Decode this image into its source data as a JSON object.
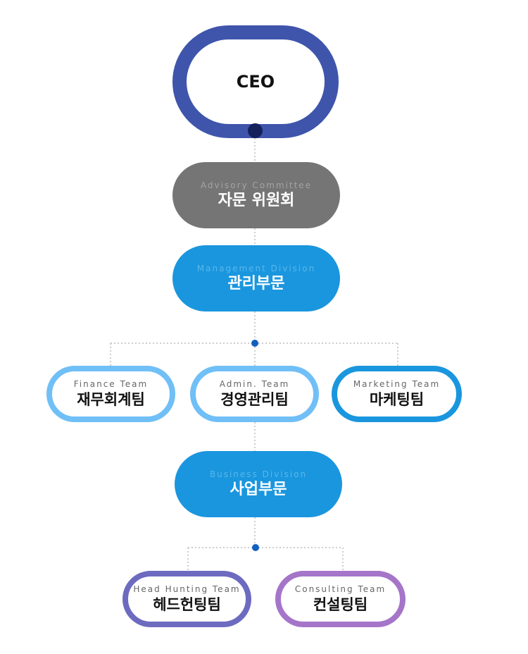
{
  "ceo": {
    "label": "CEO"
  },
  "advisory": {
    "label_en": "Advisory Committee",
    "label_ko": "자문 위원회"
  },
  "management": {
    "label_en": "Management Division",
    "label_ko": "관리부문",
    "teams": [
      {
        "label_en": "Finance Team",
        "label_ko": "재무회계팀"
      },
      {
        "label_en": "Admin. Team",
        "label_ko": "경영관리팀"
      },
      {
        "label_en": "Marketing Team",
        "label_ko": "마케팅팀"
      }
    ]
  },
  "business": {
    "label_en": "Business Division",
    "label_ko": "사업부문",
    "teams": [
      {
        "label_en": "Head Hunting Team",
        "label_ko": "헤드헌팅팀"
      },
      {
        "label_en": "Consulting Team",
        "label_ko": "컨설팅팀"
      }
    ]
  },
  "colors": {
    "ceo_ring": "#3f55ab",
    "advisory": "#757575",
    "division": "#1a96de",
    "team_light": "#70bff7",
    "team_dark": "#1a96de",
    "headhunting": "#6d6bbf",
    "consulting": "#a575c9",
    "connector": "#bdbdbd"
  }
}
